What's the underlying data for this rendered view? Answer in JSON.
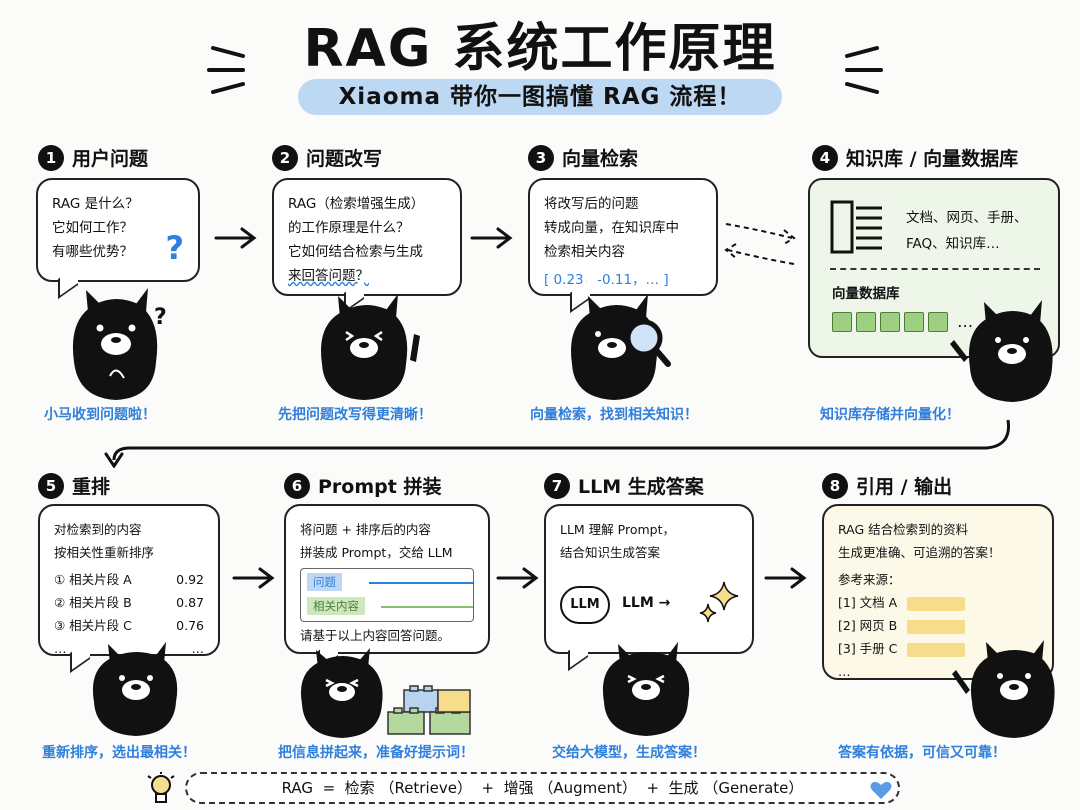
{
  "header": {
    "title": "RAG 系统工作原理",
    "subtitle": "Xiaoma 带你一图搞懂 RAG 流程！"
  },
  "steps": [
    {
      "num": "1",
      "title": "用户问题",
      "lines": [
        "RAG 是什么？",
        "它如何工作？",
        "有哪些优势？"
      ],
      "caption": "小马收到问题啦！"
    },
    {
      "num": "2",
      "title": "问题改写",
      "lines": [
        "RAG（检索增强生成）",
        "的工作原理是什么？",
        "它如何结合检索与生成",
        "来回答问题？"
      ],
      "caption": "先把问题改写得更清晰！"
    },
    {
      "num": "3",
      "title": "向量检索",
      "lines": [
        "将改写后的问题",
        "转成向量，在知识库中",
        "检索相关内容"
      ],
      "vector": "[ 0.23，-0.11，… ]",
      "caption": "向量检索，找到相关知识！"
    },
    {
      "num": "4",
      "title": "知识库 / 向量数据库",
      "docs_line1": "文档、网页、手册、",
      "docs_line2": "FAQ、知识库…",
      "db_label": "向量数据库",
      "ellipsis": "…",
      "caption": "知识库存储并向量化！"
    },
    {
      "num": "5",
      "title": "重排",
      "lines": [
        "对检索到的内容",
        "按相关性重新排序"
      ],
      "rows": [
        {
          "label": "① 相关片段 A",
          "score": "0.92"
        },
        {
          "label": "② 相关片段 B",
          "score": "0.87"
        },
        {
          "label": "③ 相关片段 C",
          "score": "0.76"
        },
        {
          "label": "…",
          "score": "…"
        }
      ],
      "caption": "重新排序，选出最相关！"
    },
    {
      "num": "6",
      "title": "Prompt 拼装",
      "lines": [
        "将问题 + 排序后的内容",
        "拼装成 Prompt，交给 LLM"
      ],
      "tag_question": "问题",
      "tag_context": "相关内容",
      "bottom": "请基于以上内容回答问题。",
      "caption": "把信息拼起来，准备好提示词！"
    },
    {
      "num": "7",
      "title": "LLM 生成答案",
      "lines": [
        "LLM 理解 Prompt，",
        "结合知识生成答案"
      ],
      "brain": "LLM",
      "llm_text": "LLM →",
      "caption": "交给大模型，生成答案！"
    },
    {
      "num": "8",
      "title": "引用 / 输出",
      "lines": [
        "RAG 结合检索到的资料",
        "生成更准确、可追溯的答案！"
      ],
      "ref_title": "参考来源：",
      "refs": [
        "[1] 文档 A",
        "[2] 网页 B",
        "[3] 手册 C",
        "…"
      ],
      "caption": "答案有依据，可信又可靠！"
    }
  ],
  "footer": {
    "formula": "RAG  =  检索 （Retrieve）  +  增强 （Augment）  +  生成 （Generate）"
  },
  "colors": {
    "accent_blue": "#2f7fdc",
    "subtitle_bg": "#bcd8f3",
    "kb_bg": "#eef6ea",
    "green": "#9ed083",
    "yellow": "#f6dd8c"
  },
  "icons": [
    "question-mark-icon",
    "magnifier-icon",
    "document-stack-icon",
    "brain-icon",
    "sparkle-icon",
    "lego-blocks-icon",
    "lightbulb-icon",
    "heart-icon",
    "arrow-icon",
    "alpaca-mascot"
  ]
}
